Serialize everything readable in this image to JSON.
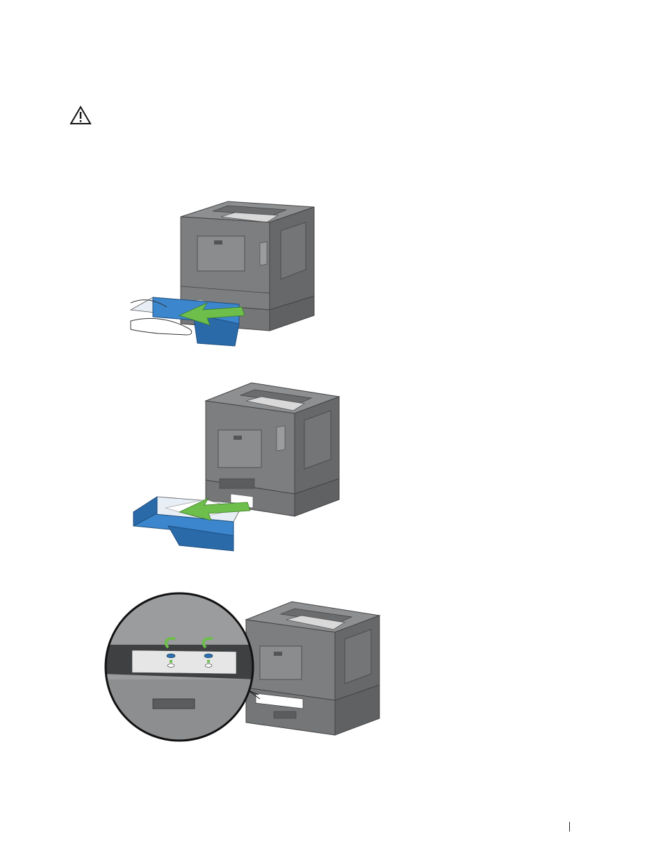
{
  "page": {
    "caution_icon": "warning-triangle-icon",
    "figures": [
      {
        "id": "remove-tray-1",
        "icon": "printer-drawing",
        "action": "pull-out-arrow"
      },
      {
        "id": "remove-tray-2",
        "icon": "printer-drawing",
        "action": "pull-out-arrow"
      },
      {
        "id": "remove-screws",
        "icon": "printer-drawing",
        "action": "magnified-screws"
      }
    ],
    "colors": {
      "printer_body": "#7c7e80",
      "printer_dark": "#5d5f61",
      "printer_light": "#a2a4a6",
      "tray_blue": "#3b86cc",
      "tray_blue_dark": "#2a6aa8",
      "arrow_green": "#6dbe4b",
      "screw_blue": "#2f6fb5"
    }
  }
}
